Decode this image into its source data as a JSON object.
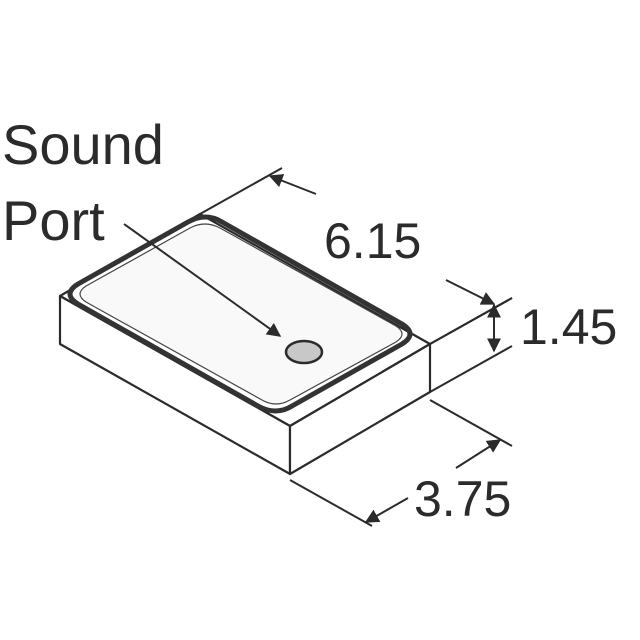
{
  "labels": {
    "sound_line1": "Sound",
    "sound_line2": "Port"
  },
  "dimensions": {
    "length": "6.15",
    "height": "1.45",
    "width": "3.75"
  },
  "colors": {
    "ink": "#2b2b2b",
    "body_fill": "#ffffff",
    "lid_fill": "#f2f2f2",
    "port_fill": "#c8c8c8"
  }
}
